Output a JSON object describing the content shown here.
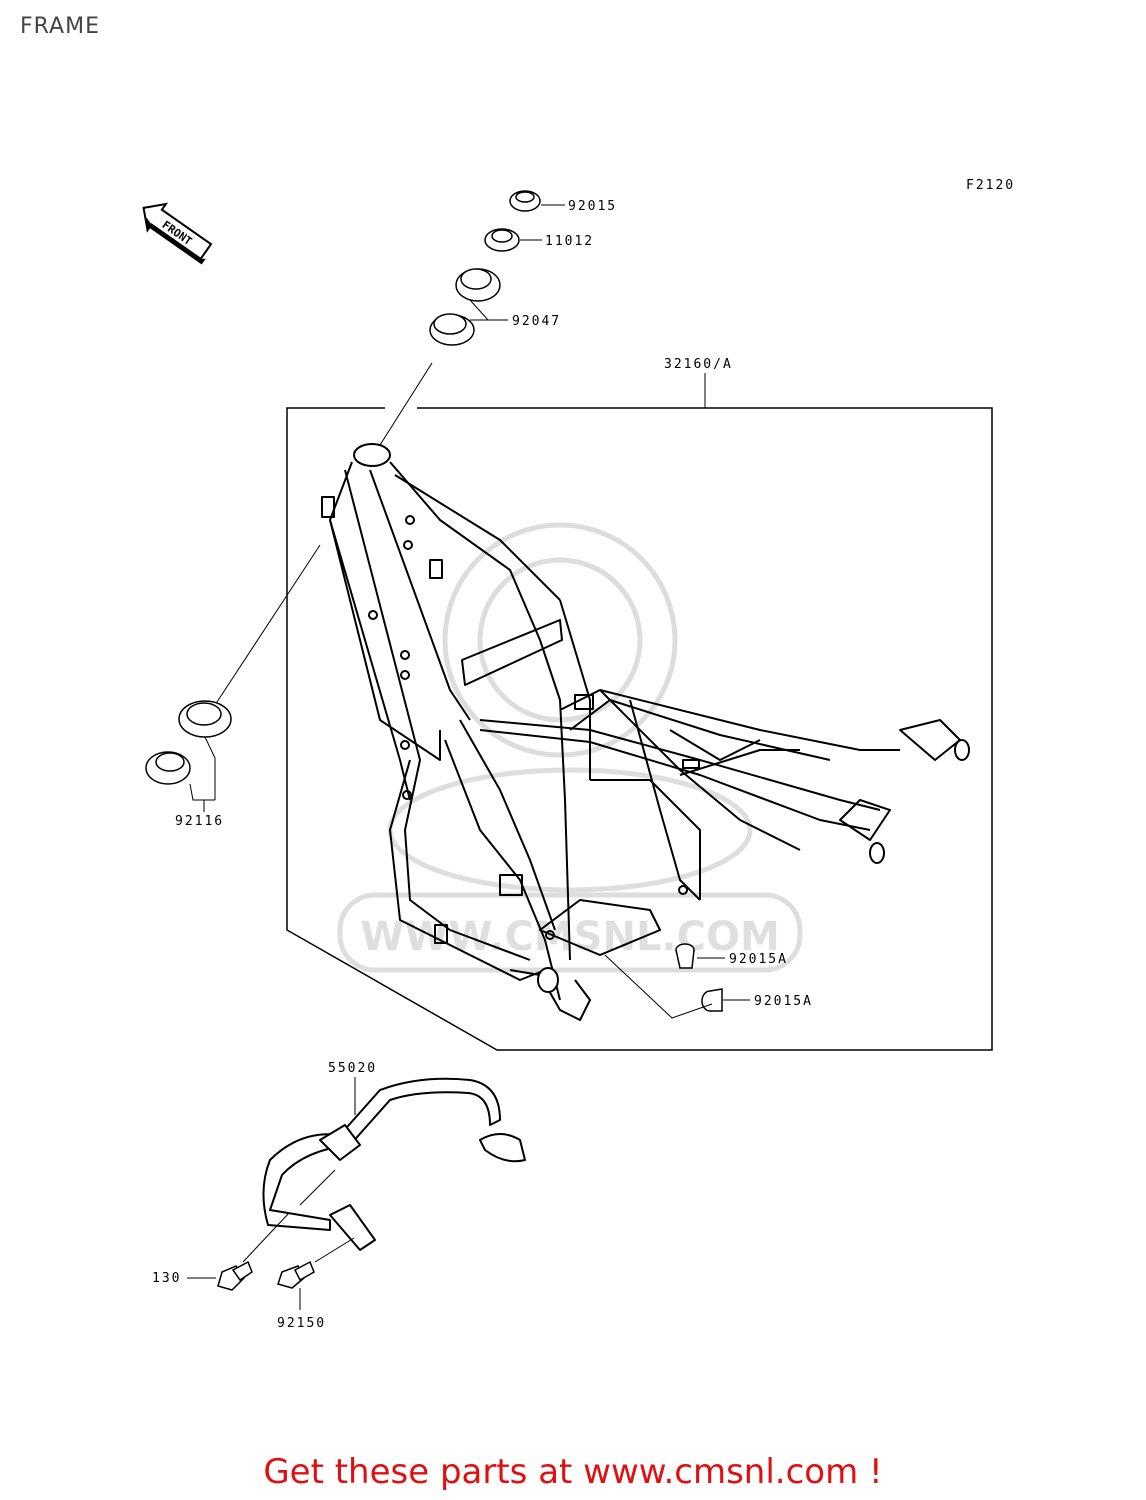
{
  "page": {
    "title": "FRAME"
  },
  "diagram": {
    "ref_code": "F2120",
    "front_arrow_label": "FRONT",
    "group_label": "32160/A",
    "parts": [
      {
        "id": "92015"
      },
      {
        "id": "11012"
      },
      {
        "id": "92047"
      },
      {
        "id": "92116"
      },
      {
        "id": "92015A"
      },
      {
        "id": "92015A"
      },
      {
        "id": "55020"
      },
      {
        "id": "130"
      },
      {
        "id": "92150"
      }
    ],
    "watermark": "WWW.CMSNL.COM"
  },
  "footer": {
    "cta_text": "Get these parts at www.cmsnl.com !",
    "cta_color": "#e01010"
  }
}
